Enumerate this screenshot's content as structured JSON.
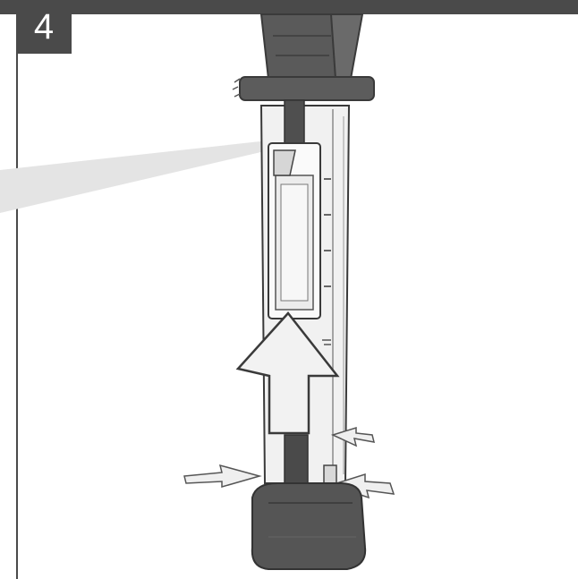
{
  "step": {
    "number": "4"
  },
  "colors": {
    "bar": "#4a4a4a",
    "dark_part": "#555555",
    "outline": "#3a3a3a",
    "light_fill": "#f1f1f1",
    "arrow_fill": "#f2f2f2"
  },
  "illustration": {
    "parts": [
      "handle",
      "clamp-plate",
      "tool-body",
      "latch",
      "battery-pack",
      "insert-arrow",
      "side-arrows",
      "callout-beam"
    ]
  }
}
